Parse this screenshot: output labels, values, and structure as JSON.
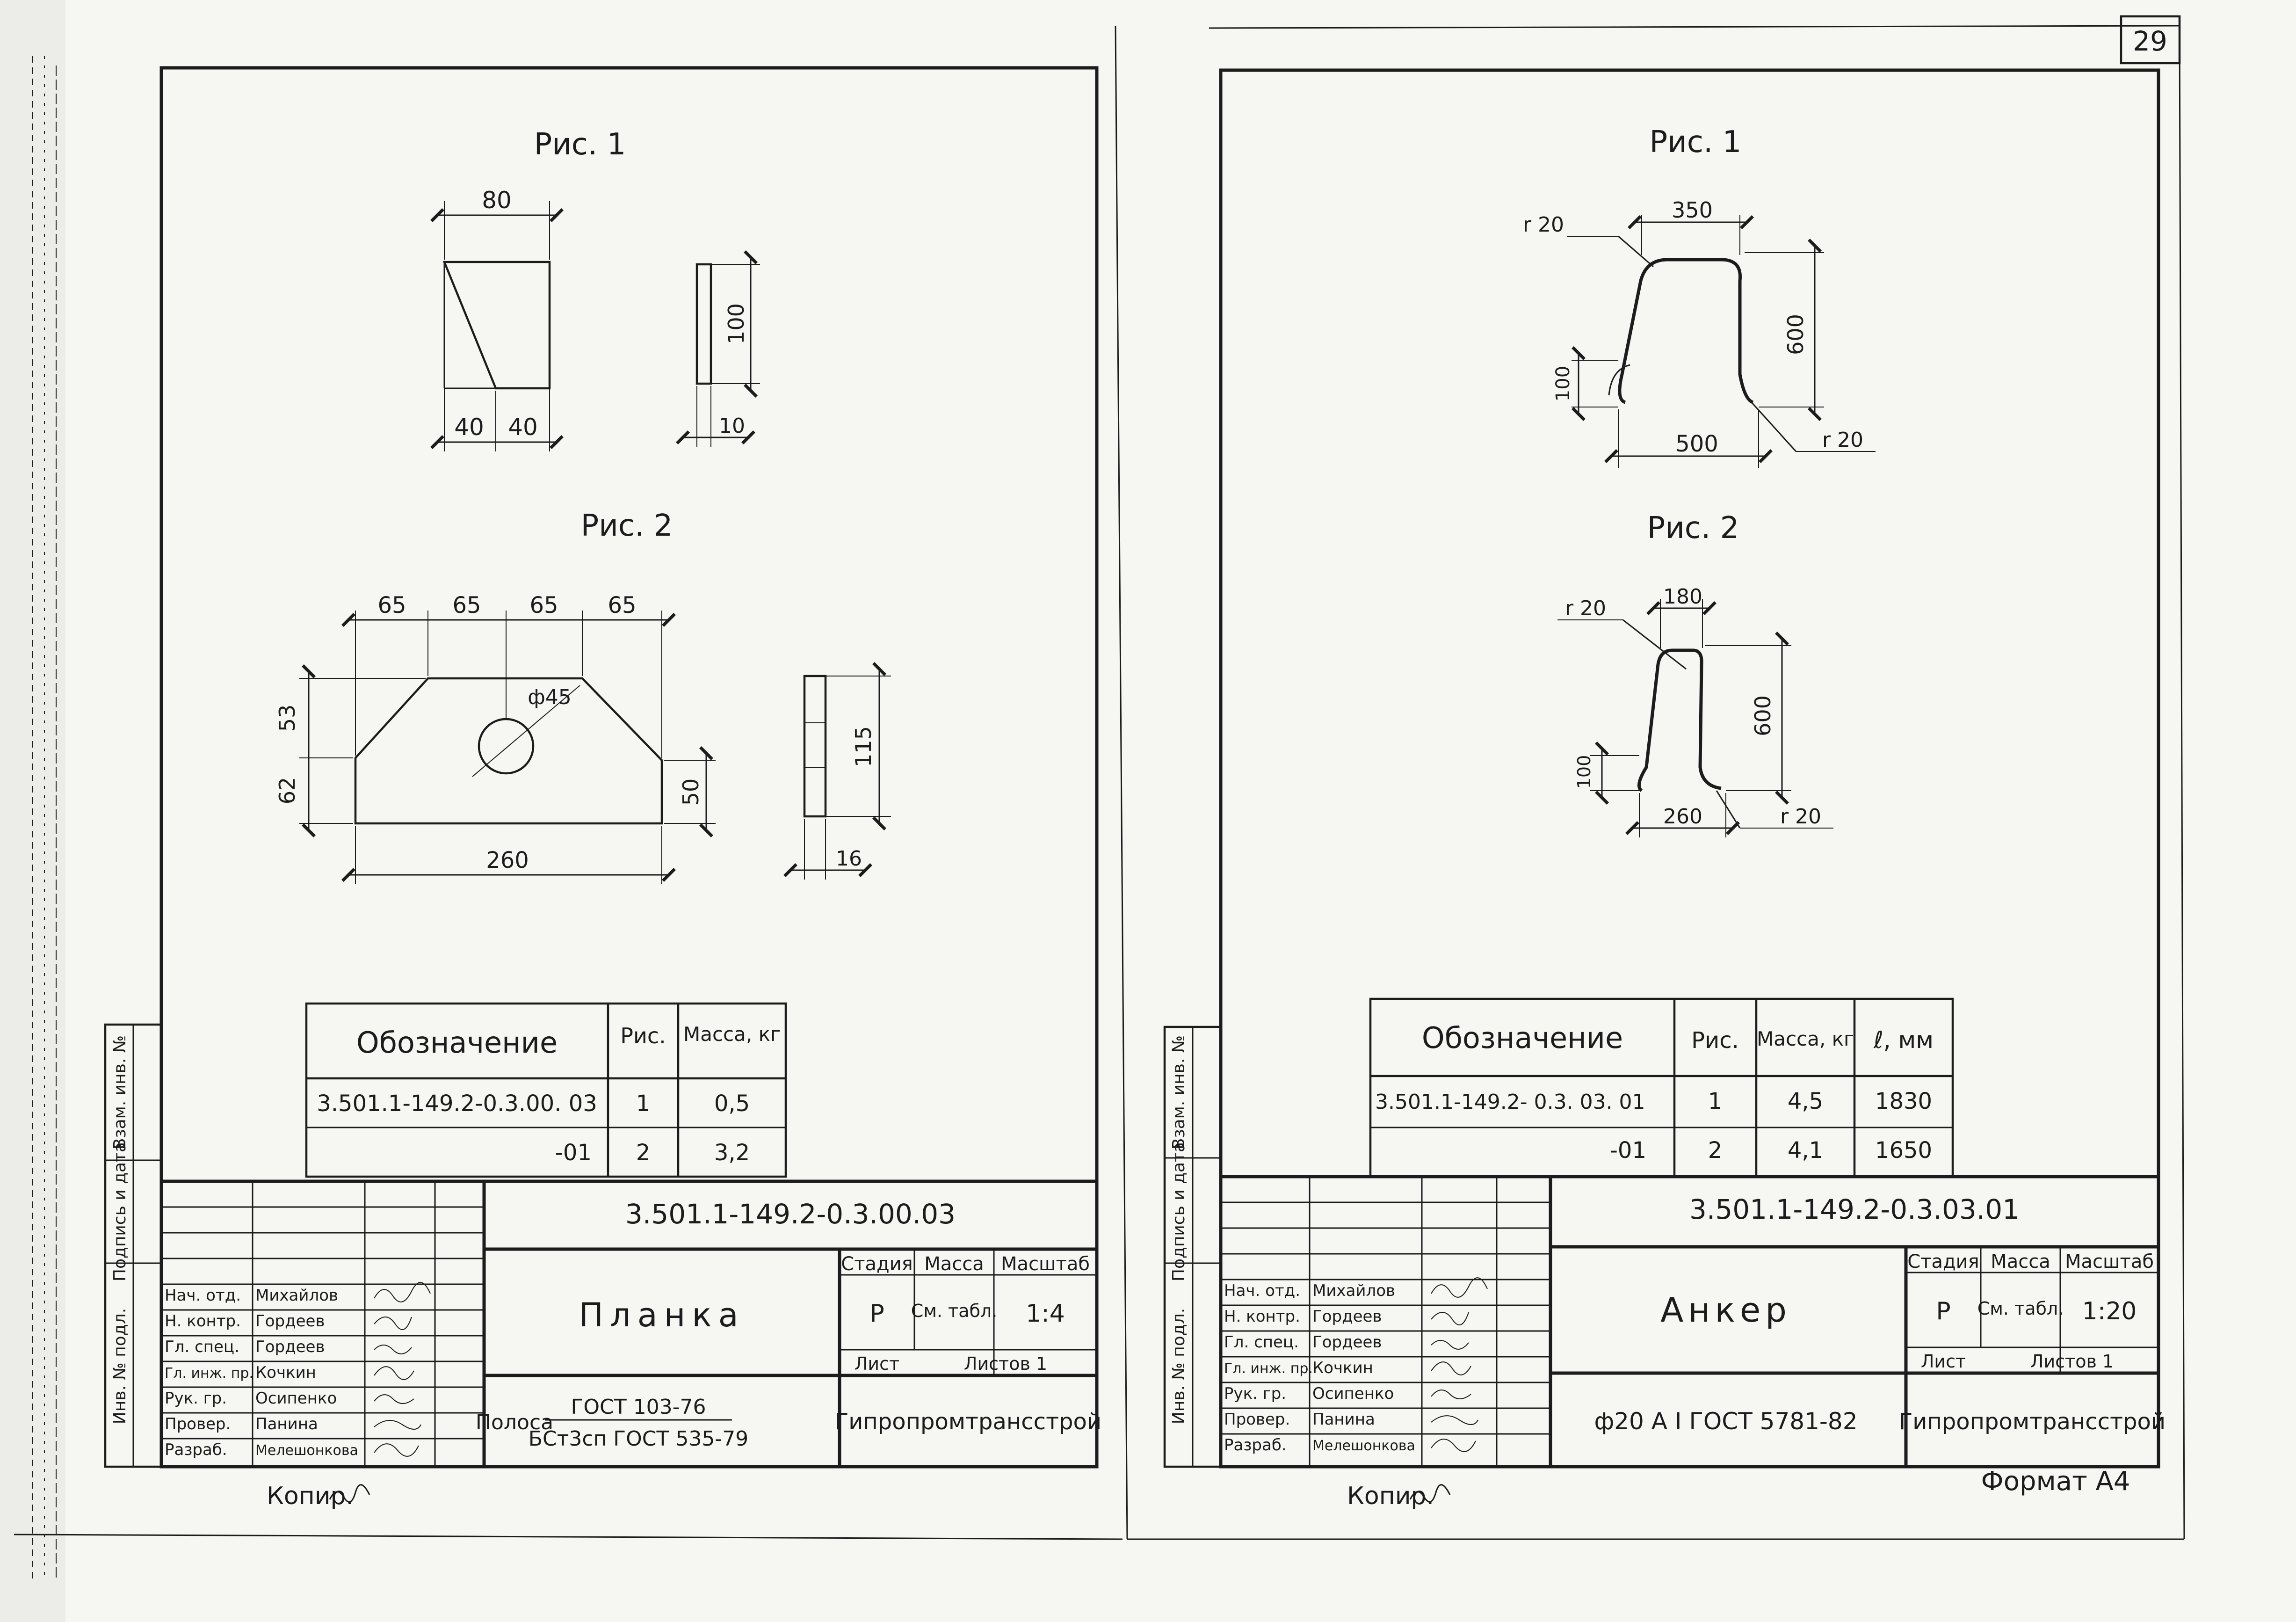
{
  "page_number": "29",
  "format_label": "Формат А4",
  "left_sheet": {
    "fig1": {
      "title": "Рис. 1",
      "dim_top": "80",
      "dim_bottom_left": "40",
      "dim_bottom_right": "40",
      "dim_side_height": "100",
      "dim_side_thickness": "10"
    },
    "fig2": {
      "title": "Рис. 2",
      "dims_top": [
        "65",
        "65",
        "65",
        "65"
      ],
      "dim_left_upper": "53",
      "dim_left_lower": "62",
      "dim_right": "50",
      "dim_bottom": "260",
      "hole": "ф45",
      "dim_side_height": "115",
      "dim_side_thickness": "16"
    },
    "spec_table": {
      "headers": [
        "Обозначение",
        "Рис.",
        "Масса, кг"
      ],
      "rows": [
        [
          "3.501.1-149.2-0.3.00. 03",
          "1",
          "0,5"
        ],
        [
          "-01",
          "2",
          "3,2"
        ]
      ]
    },
    "title_block": {
      "doc_code": "3.501.1-149.2-0.3.00.03",
      "name": "Планка",
      "stage_header": "Стадия",
      "mass_header": "Масса",
      "scale_header": "Масштаб",
      "stage": "Р",
      "mass": "См. табл.",
      "scale": "1:4",
      "sheet_label": "Лист",
      "sheets_label": "Листов 1",
      "material_label": "Полоса",
      "material_top": "ГОСТ 103-76",
      "material_bottom": "БСт3сп ГОСТ 535-79",
      "org": "Гипропромтрансстрой",
      "roles": [
        "Нач. отд.",
        "Н. контр.",
        "Гл. спец.",
        "Гл. инж. пр.",
        "Рук. гр.",
        "Провер.",
        "Разраб."
      ],
      "names": [
        "Михайлов",
        "Гордеев",
        "Гордеев",
        "Кочкин",
        "Осипенко",
        "Панина",
        "Мелешонкова"
      ]
    },
    "side_stamp": [
      "Инв. № подл.",
      "Подпись и дата",
      "Взам. инв. №"
    ],
    "copied": "Копир."
  },
  "right_sheet": {
    "fig1": {
      "title": "Рис. 1",
      "radius_top": "r 20",
      "radius_bottom": "r 20",
      "dim_top": "350",
      "dim_height": "600",
      "dim_hook": "100",
      "dim_bottom": "500"
    },
    "fig2": {
      "title": "Рис. 2",
      "radius_top": "r 20",
      "radius_bottom": "r 20",
      "dim_top": "180",
      "dim_height": "600",
      "dim_hook": "100",
      "dim_bottom": "260"
    },
    "spec_table": {
      "headers": [
        "Обозначение",
        "Рис.",
        "Масса, кг",
        "ℓ, мм"
      ],
      "rows": [
        [
          "3.501.1-149.2- 0.3. 03. 01",
          "1",
          "4,5",
          "1830"
        ],
        [
          "-01",
          "2",
          "4,1",
          "1650"
        ]
      ]
    },
    "title_block": {
      "doc_code": "3.501.1-149.2-0.3.03.01",
      "name": "Анкер",
      "stage_header": "Стадия",
      "mass_header": "Масса",
      "scale_header": "Масштаб",
      "stage": "Р",
      "mass": "См. табл.",
      "scale": "1:20",
      "sheet_label": "Лист",
      "sheets_label": "Листов 1",
      "material": "ф20 А I  ГОСТ 5781-82",
      "org": "Гипропромтрансстрой",
      "roles": [
        "Нач. отд.",
        "Н. контр.",
        "Гл. спец.",
        "Гл. инж. пр.",
        "Рук. гр.",
        "Провер.",
        "Разраб."
      ],
      "names": [
        "Михайлов",
        "Гордеев",
        "Гордеев",
        "Кочкин",
        "Осипенко",
        "Панина",
        "Мелешонкова"
      ]
    },
    "side_stamp": [
      "Инв. № подл.",
      "Подпись и дата",
      "Взам. инв. №"
    ],
    "copied": "Копир."
  }
}
